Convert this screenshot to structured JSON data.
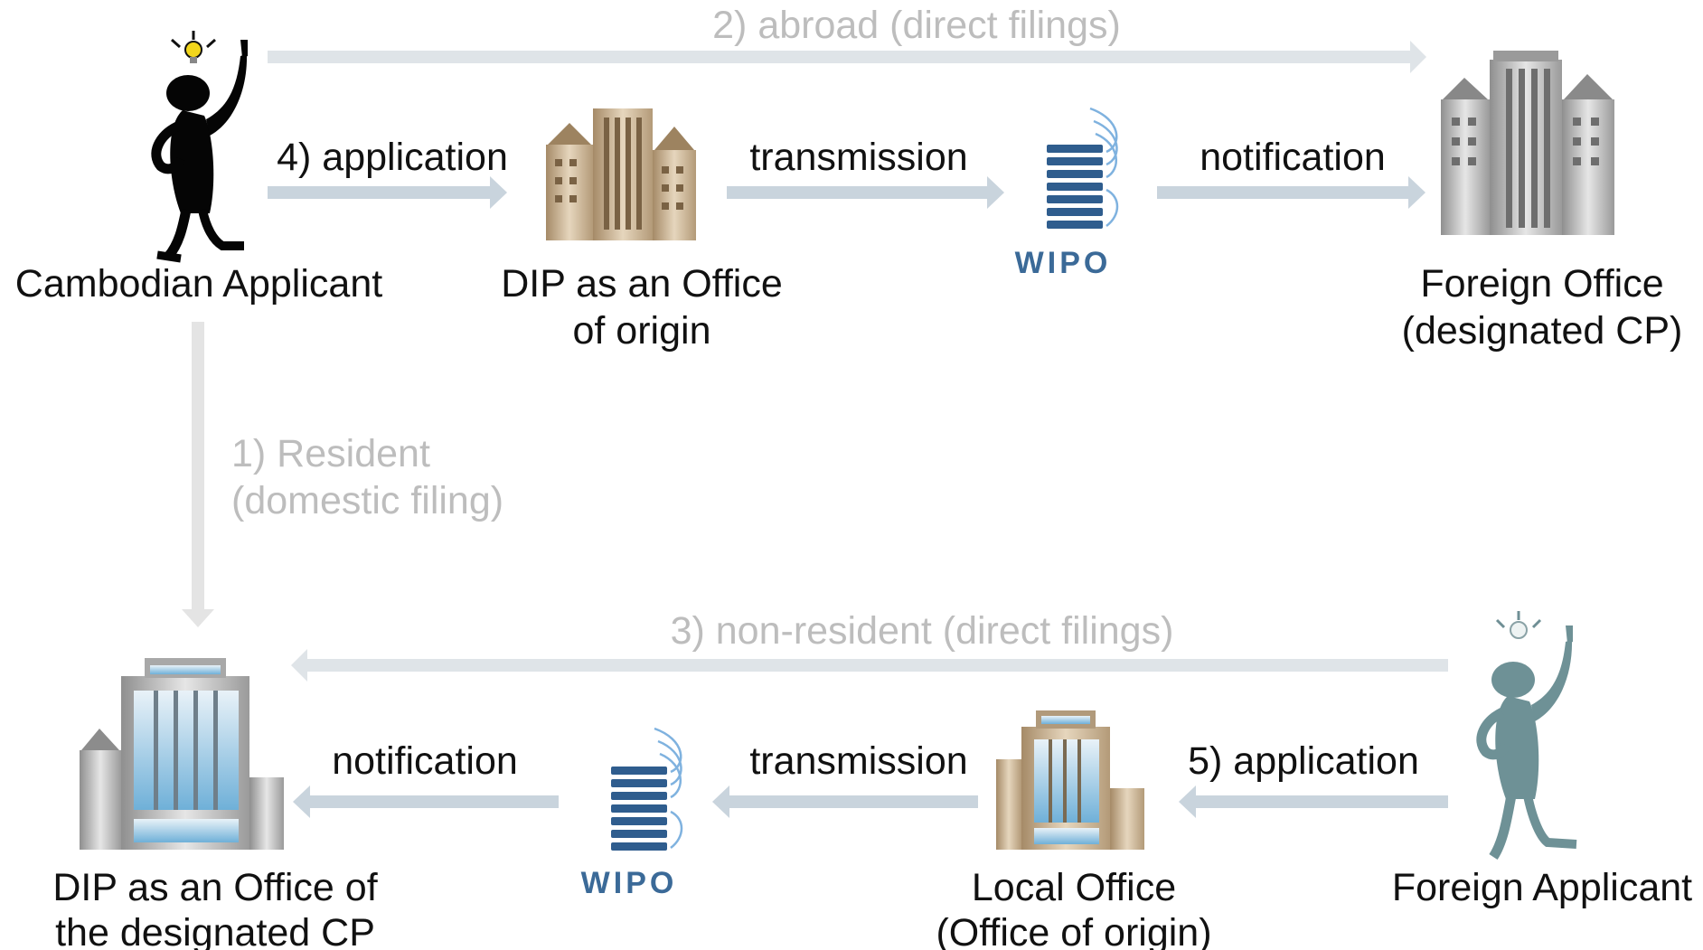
{
  "flows": {
    "abroad": "2) abroad (direct filings)",
    "resident_line1": "1) Resident",
    "resident_line2": "(domestic filing)",
    "non_resident": "3) non-resident (direct filings)"
  },
  "top_row": {
    "applicant": "Cambodian Applicant",
    "application": "4) application",
    "dip_line1": "DIP as an Office",
    "dip_line2": "of origin",
    "transmission": "transmission",
    "notification": "notification",
    "foreign_office_line1": "Foreign Office",
    "foreign_office_line2": "(designated CP)"
  },
  "bottom_row": {
    "dip_line1": "DIP as an Office of",
    "dip_line2": "the designated CP",
    "notification": "notification",
    "transmission": "transmission",
    "local_office_line1": "Local Office",
    "local_office_line2": "(Office of origin)",
    "application": "5) application",
    "applicant": "Foreign Applicant"
  },
  "wipo": {
    "label": "WIPO"
  },
  "colors": {
    "arrow": "#c9d4dd",
    "arrow_light": "#dfe4e8",
    "text_grey": "#bdbdbd",
    "wipo_blue": "#2f5d8e"
  },
  "icons": {
    "cambodian_applicant": "person-with-idea-icon",
    "foreign_applicant": "person-with-idea-icon",
    "dip_origin": "office-building-icon",
    "foreign_office": "office-building-icon",
    "dip_designated": "office-building-icon",
    "local_office": "office-building-icon",
    "wipo": "wipo-logo-icon"
  }
}
